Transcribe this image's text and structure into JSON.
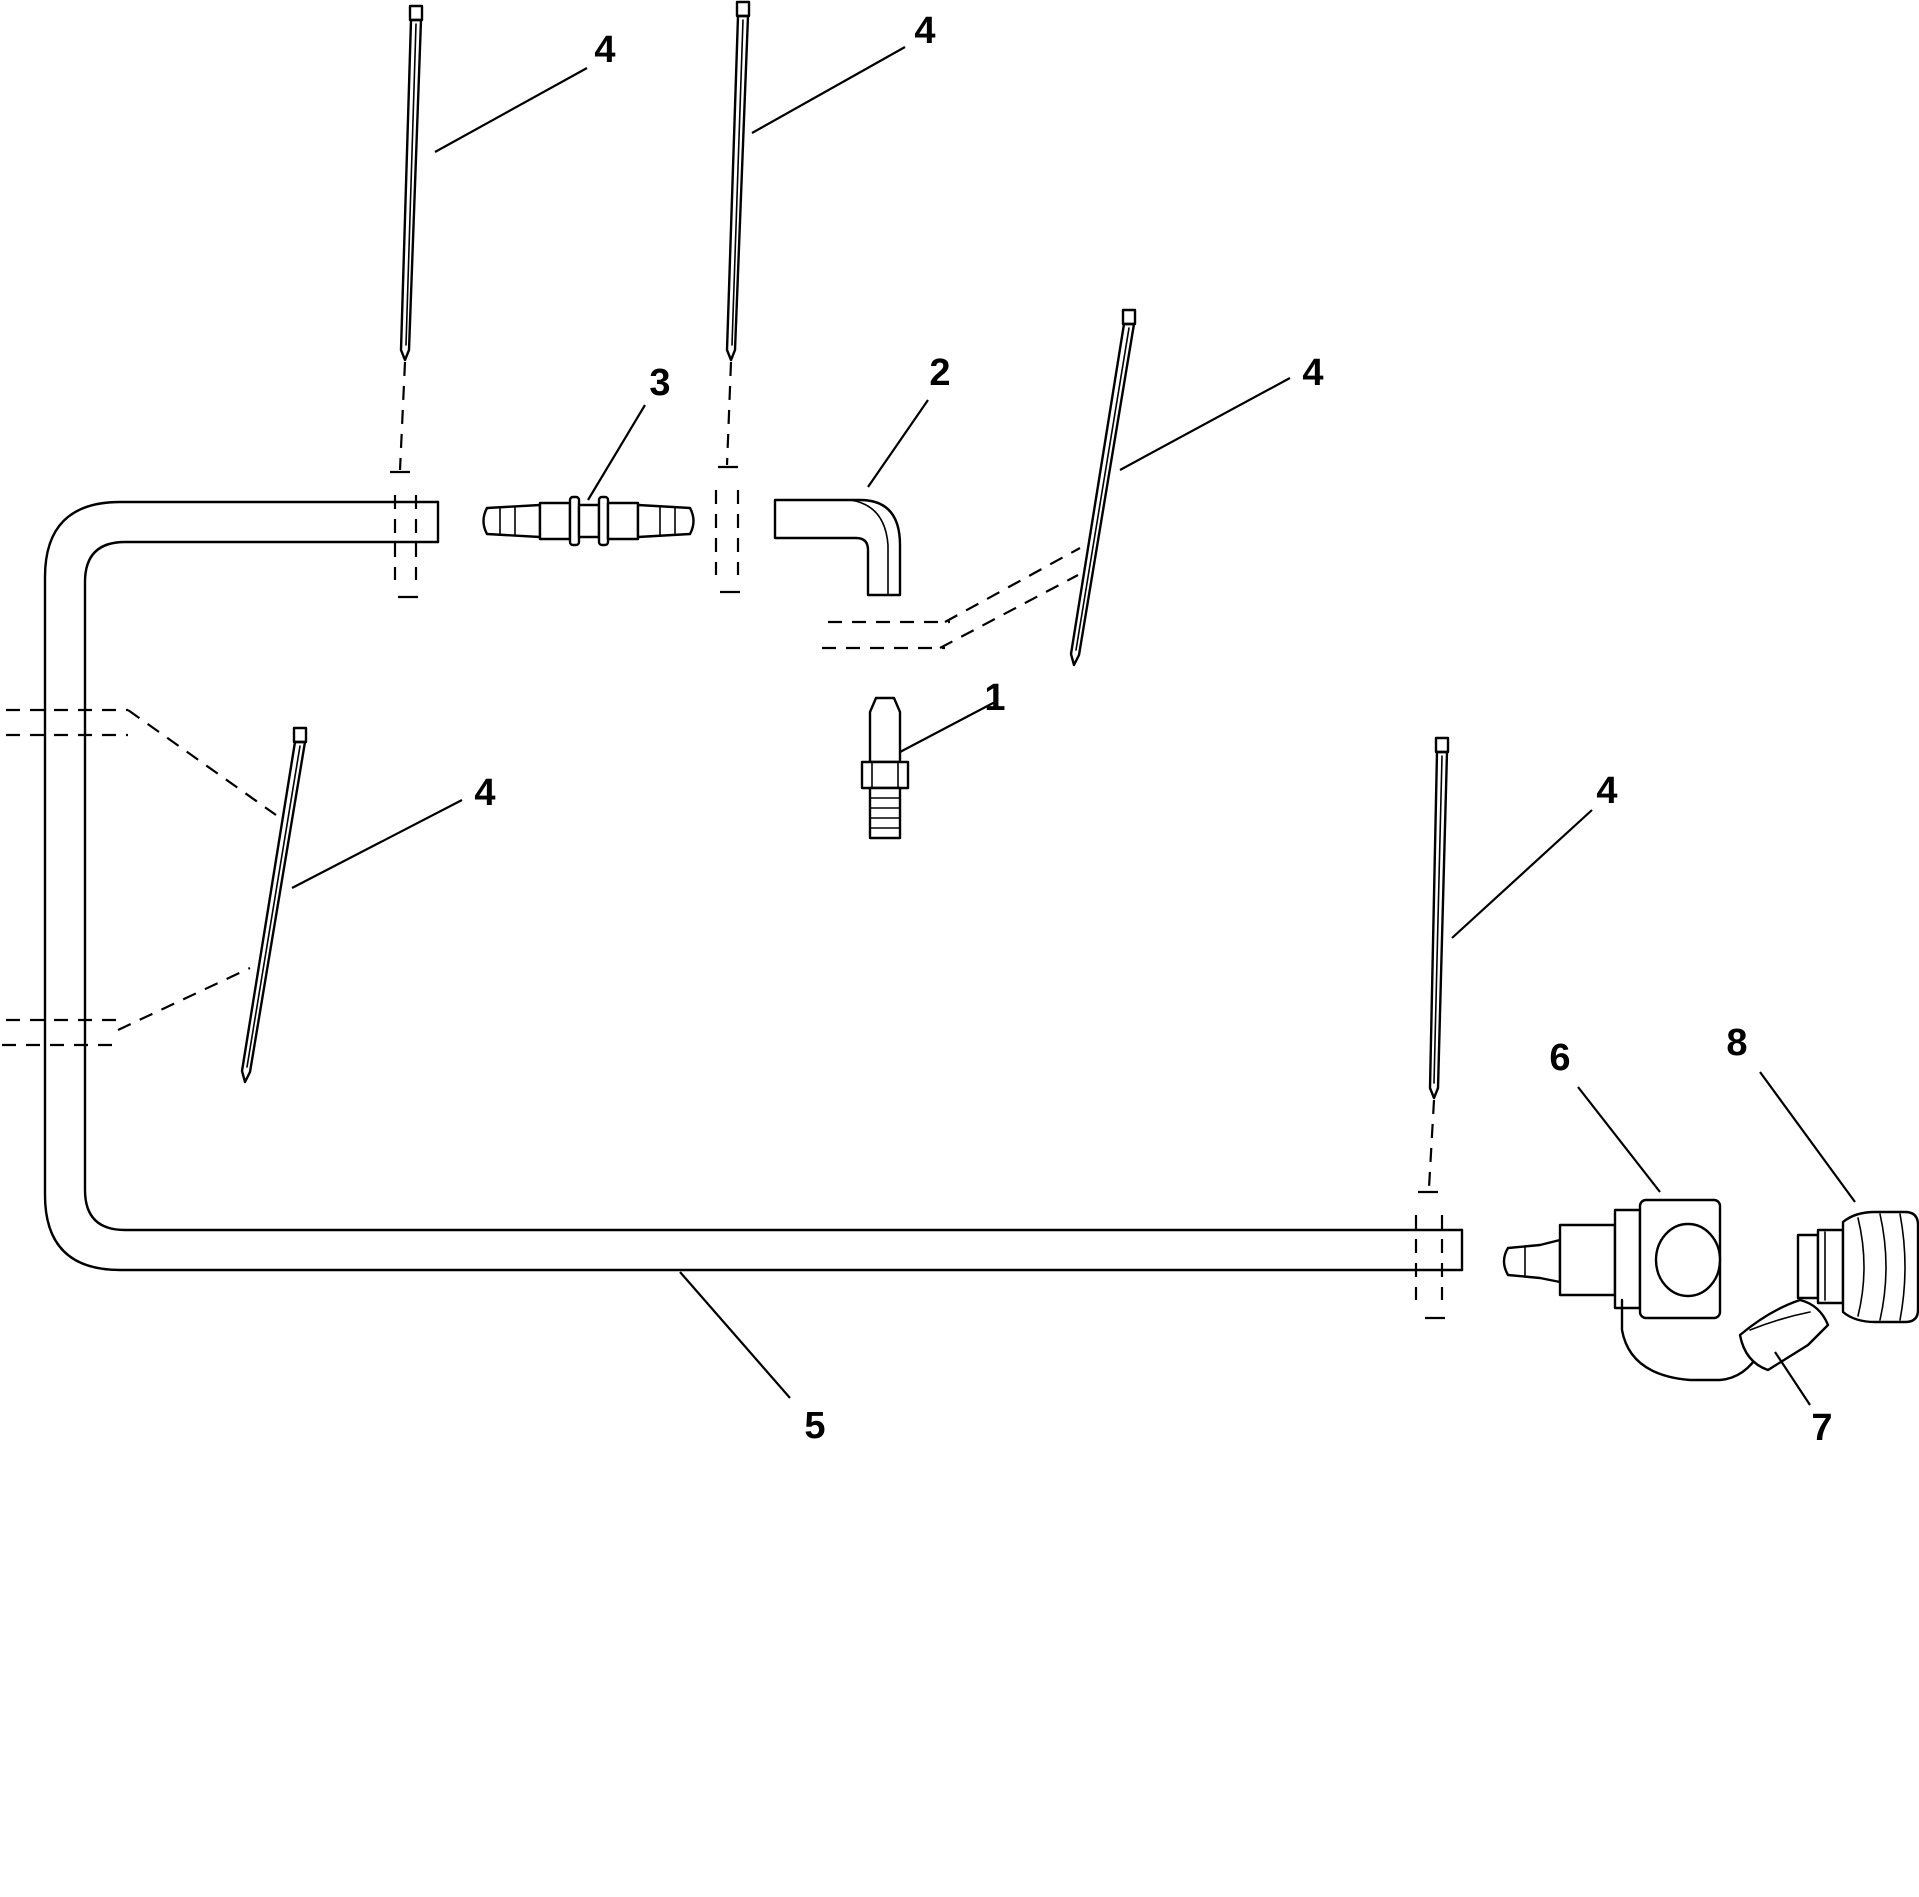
{
  "callouts": {
    "n1": "1",
    "n2": "2",
    "n3": "3",
    "n4a": "4",
    "n4b": "4",
    "n4c": "4",
    "n4d": "4",
    "n4e": "4",
    "n5": "5",
    "n6": "6",
    "n7": "7",
    "n8": "8"
  }
}
